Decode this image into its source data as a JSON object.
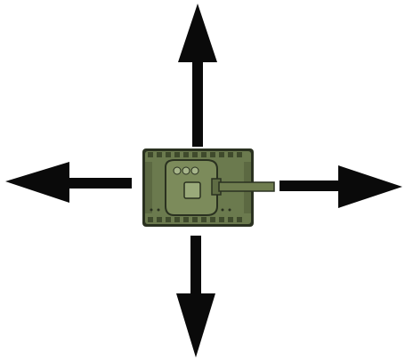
{
  "scene": {
    "background_color": "#ffffff",
    "arrow_color": "#0a0a0a",
    "tank": {
      "icon": "tank-icon",
      "facing": "right",
      "colors": {
        "hull": "#6b7a4e",
        "hull_dark": "#3f4a2c",
        "outline": "#2a3120",
        "turret": "#7c8b5b",
        "barrel": "#6f7d4f"
      }
    },
    "arrows": [
      {
        "direction": "up",
        "icon": "arrow-up-icon"
      },
      {
        "direction": "down",
        "icon": "arrow-down-icon"
      },
      {
        "direction": "left",
        "icon": "arrow-left-icon"
      },
      {
        "direction": "right",
        "icon": "arrow-right-icon"
      }
    ]
  }
}
